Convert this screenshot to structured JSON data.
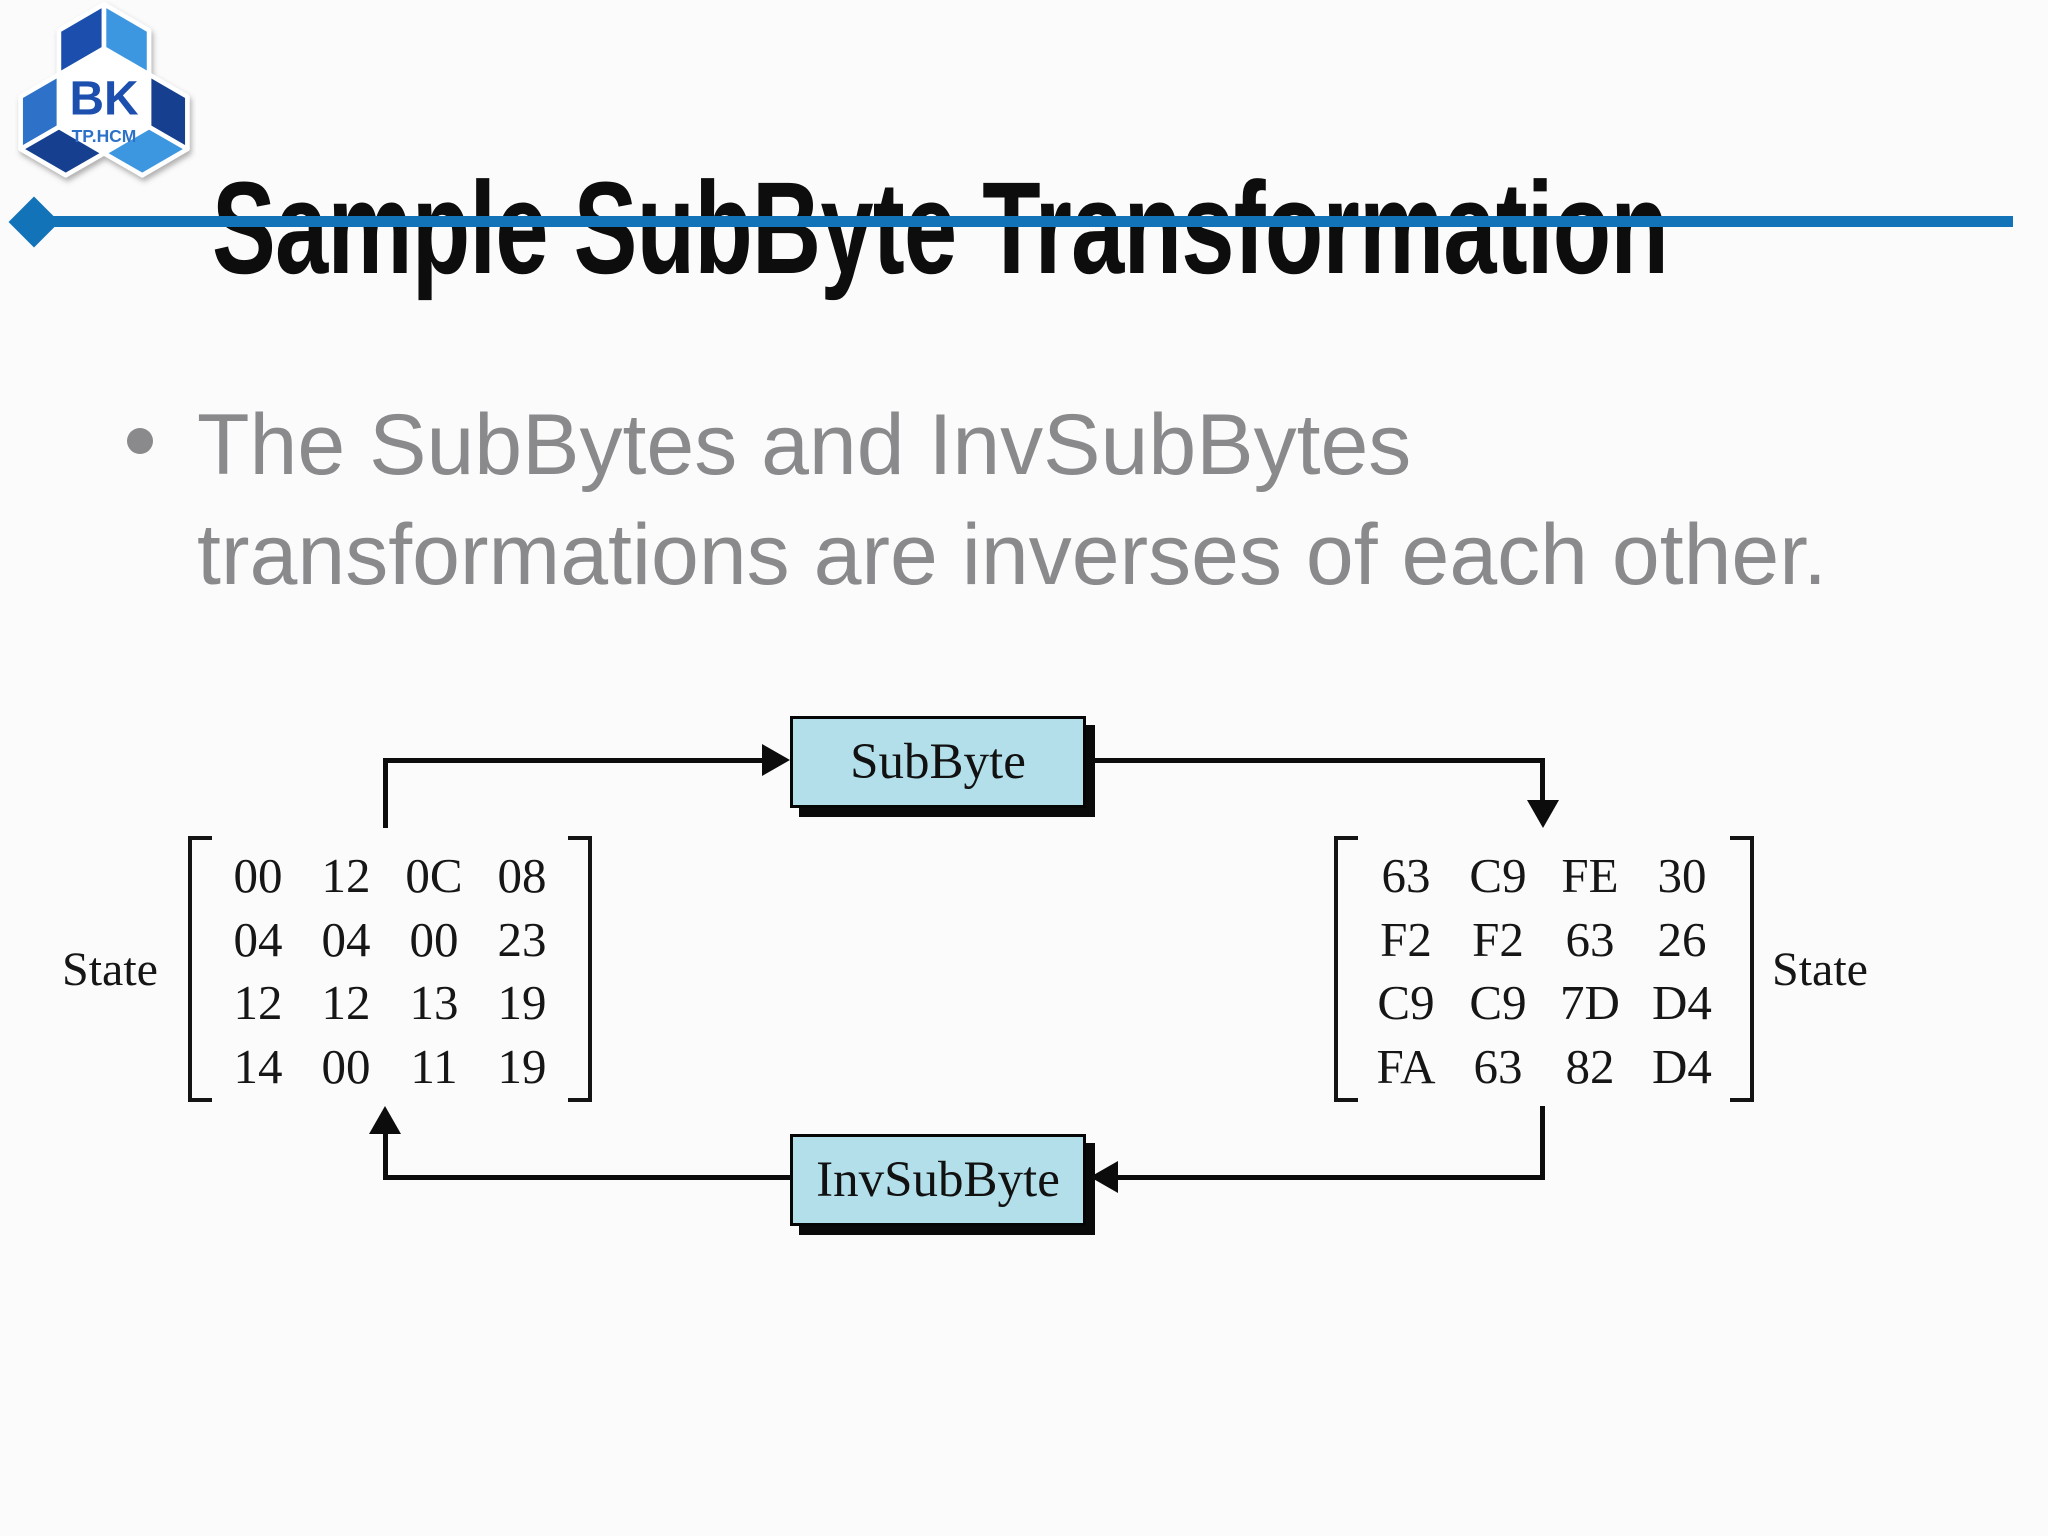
{
  "header": {
    "title": "Sample SubByte Transformation",
    "logo": {
      "text_main": "BK",
      "text_sub": "TP.HCM"
    }
  },
  "accent_colors": {
    "rule_blue": "#1273b8",
    "process_box_fill": "#b2dfe9",
    "bullet_gray": "#8a8a8d"
  },
  "bullet": {
    "lines": [
      "The SubBytes and InvSubBytes",
      "transformations are inverses of each other."
    ]
  },
  "diagram": {
    "subbyte_label": "SubByte",
    "invsubbyte_label": "InvSubByte",
    "left_matrix": {
      "label": "State",
      "rows": [
        [
          "00",
          "12",
          "0C",
          "08"
        ],
        [
          "04",
          "04",
          "00",
          "23"
        ],
        [
          "12",
          "12",
          "13",
          "19"
        ],
        [
          "14",
          "00",
          "11",
          "19"
        ]
      ]
    },
    "right_matrix": {
      "label": "State",
      "rows": [
        [
          "63",
          "C9",
          "FE",
          "30"
        ],
        [
          "F2",
          "F2",
          "63",
          "26"
        ],
        [
          "C9",
          "C9",
          "7D",
          "D4"
        ],
        [
          "FA",
          "63",
          "82",
          "D4"
        ]
      ]
    }
  }
}
